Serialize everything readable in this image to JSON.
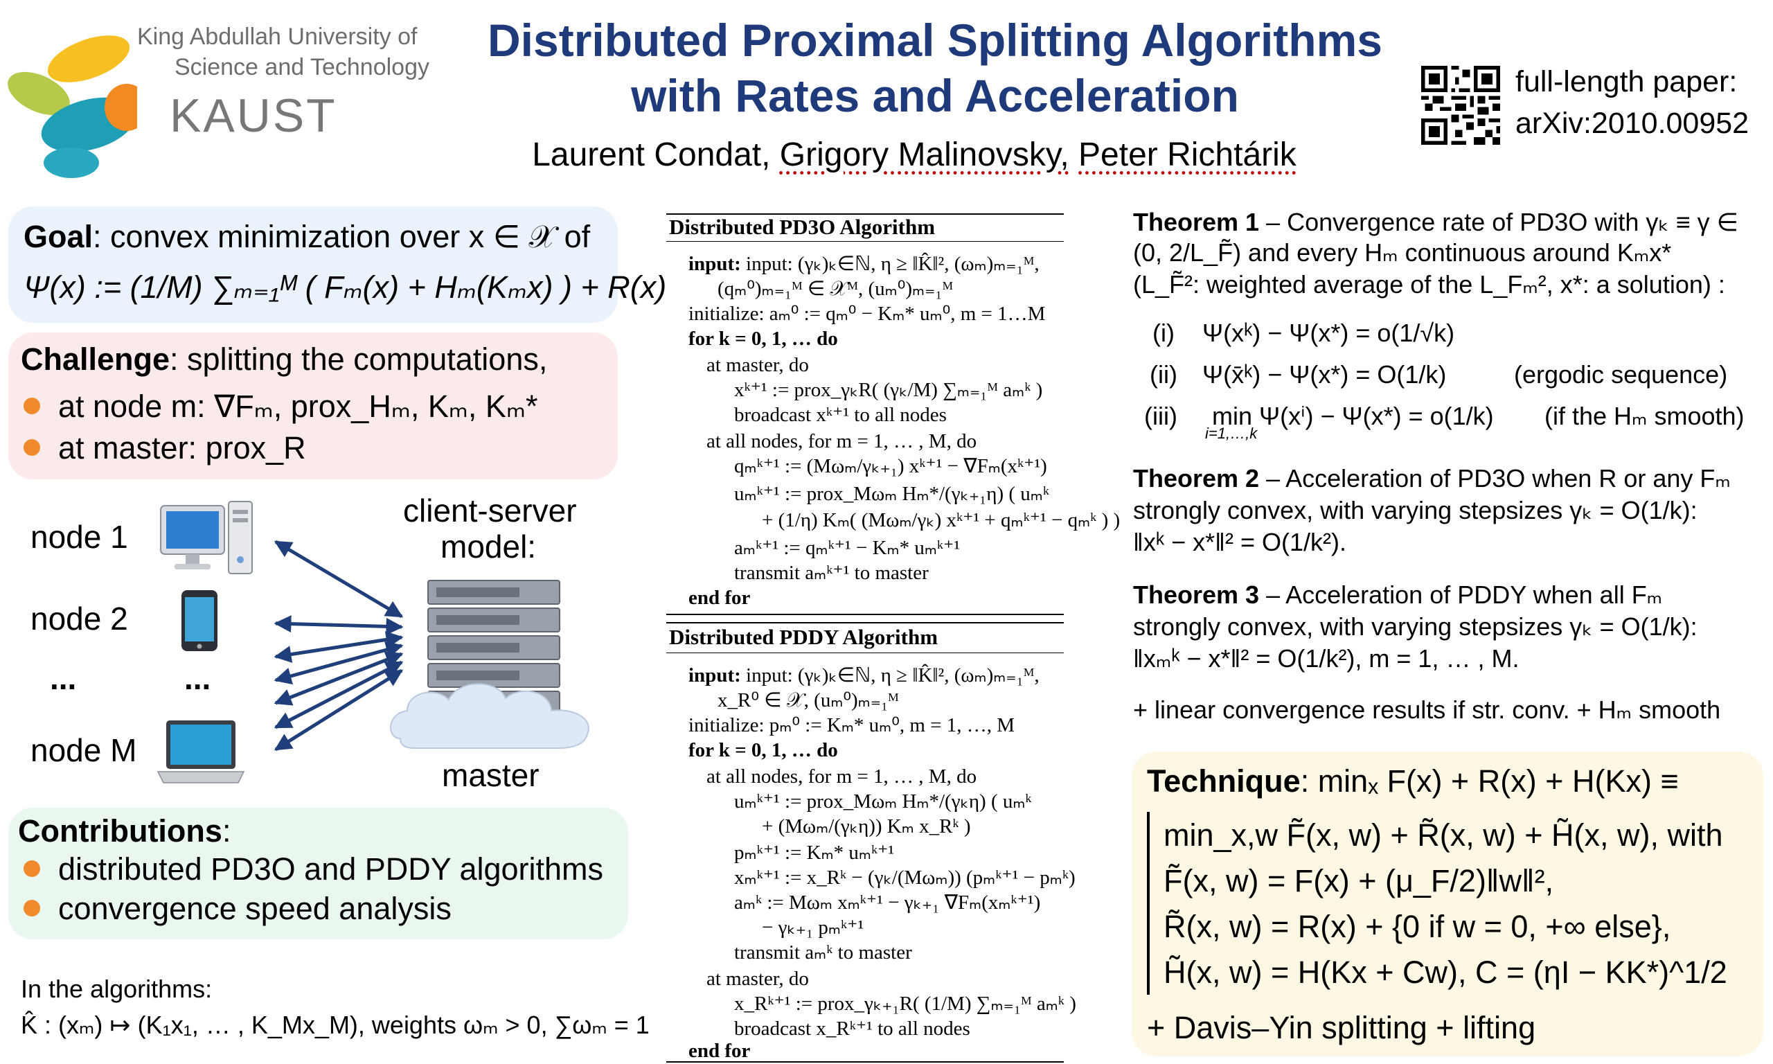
{
  "header": {
    "org_line1": "King Abdullah University of",
    "org_line2": "Science and Technology",
    "org_short": "KAUST",
    "title_line1": "Distributed Proximal Splitting Algorithms",
    "title_line2": "with Rates and Acceleration",
    "author1": "Laurent Condat,",
    "author2": "Grigory Malinovsky,",
    "author3": "Peter Richtárik",
    "paper_line1": "full-length paper:",
    "paper_line2": "arXiv:2010.00952"
  },
  "goal": {
    "label": "Goal",
    "line1": ": convex minimization over x ∈ 𝒳 of",
    "line2": "Ψ(x) := (1/M) ∑ₘ₌₁ᴹ ( Fₘ(x) + Hₘ(Kₘx) ) + R(x)"
  },
  "challenge": {
    "label": "Challenge",
    "line1": ": splitting the computations,",
    "item1": "at node m: ∇Fₘ, prox_Hₘ, Kₘ, Kₘ*",
    "item2": "at master: prox_R"
  },
  "diagram": {
    "node1": "node 1",
    "node2": "node 2",
    "dots_left": "...",
    "dots_mid": "...",
    "nodeM": "node M",
    "model_line1": "client-server",
    "model_line2": "model:",
    "master": "master"
  },
  "contributions": {
    "label": "Contributions",
    "colon": ":",
    "item1": "distributed PD3O and PDDY algorithms",
    "item2": "convergence speed analysis"
  },
  "notes": {
    "line1": "In the algorithms:",
    "line2": "K̂ : (xₘ) ↦ (K₁x₁, … , K_Mx_M), weights ωₘ > 0, ∑ωₘ = 1"
  },
  "pd3o": {
    "title": "Distributed PD3O Algorithm",
    "lines": [
      "input: (γₖ)ₖ∈ℕ, η ≥ ‖K̂‖², (ωₘ)ₘ₌₁ᴹ,",
      "(qₘ⁰)ₘ₌₁ᴹ ∈ 𝒳ᴹ, (uₘ⁰)ₘ₌₁ᴹ",
      "initialize: aₘ⁰ := qₘ⁰ − Kₘ* uₘ⁰, m = 1…M",
      "for k = 0, 1, … do",
      "at master, do",
      "xᵏ⁺¹ := prox_γₖR( (γₖ/M) ∑ₘ₌₁ᴹ aₘᵏ )",
      "broadcast xᵏ⁺¹ to all nodes",
      "at all nodes, for m = 1, … , M, do",
      "qₘᵏ⁺¹ := (Mωₘ/γₖ₊₁) xᵏ⁺¹ − ∇Fₘ(xᵏ⁺¹)",
      "uₘᵏ⁺¹ := prox_Mωₘ Hₘ*/(γₖ₊₁η) ( uₘᵏ",
      "+ (1/η) Kₘ( (Mωₘ/γₖ) xᵏ⁺¹ + qₘᵏ⁺¹ − qₘᵏ ) )",
      "aₘᵏ⁺¹ := qₘᵏ⁺¹ − Kₘ* uₘᵏ⁺¹",
      "transmit aₘᵏ⁺¹ to master",
      "end for"
    ]
  },
  "pddy": {
    "title": "Distributed PDDY Algorithm",
    "lines": [
      "input: (γₖ)ₖ∈ℕ, η ≥ ‖K̂‖², (ωₘ)ₘ₌₁ᴹ,",
      "x_R⁰ ∈ 𝒳, (uₘ⁰)ₘ₌₁ᴹ",
      "initialize: pₘ⁰ := Kₘ* uₘ⁰, m = 1, …, M",
      "for k = 0, 1, … do",
      "at all nodes, for m = 1, … , M, do",
      "uₘᵏ⁺¹ := prox_Mωₘ Hₘ*/(γₖη) ( uₘᵏ",
      "+ (Mωₘ/(γₖη)) Kₘ x_Rᵏ )",
      "pₘᵏ⁺¹ := Kₘ* uₘᵏ⁺¹",
      "xₘᵏ⁺¹ := x_Rᵏ − (γₖ/(Mωₘ)) (pₘᵏ⁺¹ − pₘᵏ)",
      "aₘᵏ := Mωₘ xₘᵏ⁺¹ − γₖ₊₁ ∇Fₘ(xₘᵏ⁺¹)",
      "− γₖ₊₁ pₘᵏ⁺¹",
      "transmit aₘᵏ to master",
      "at master, do",
      "x_Rᵏ⁺¹ := prox_γₖ₊₁R( (1/M) ∑ₘ₌₁ᴹ aₘᵏ )",
      "broadcast x_Rᵏ⁺¹ to all nodes",
      "end for"
    ]
  },
  "theorems": {
    "t1_label": "Theorem 1",
    "t1_l1": " – Convergence rate of PD3O with γₖ ≡ γ ∈",
    "t1_l2": "(0, 2/L_F̃) and every Hₘ continuous around Kₘx*",
    "t1_l3": "(L_F̃²: weighted average of the L_Fₘ², x*: a solution) :",
    "t1_i": "(i)",
    "t1_i_eq": "Ψ(xᵏ) − Ψ(x*) = o(1/√k)",
    "t1_ii": "(ii)",
    "t1_ii_eq": "Ψ(x̄ᵏ) − Ψ(x*) = O(1/k)",
    "t1_ii_note": "(ergodic sequence)",
    "t1_iii": "(iii)",
    "t1_iii_eq": "min Ψ(xⁱ) − Ψ(x*) = o(1/k)",
    "t1_iii_sub": "i=1,…,k",
    "t1_iii_note": "(if the Hₘ smooth)",
    "t2_label": "Theorem 2",
    "t2_l1": " – Acceleration of PD3O when R or any Fₘ",
    "t2_l2": "strongly convex, with varying stepsizes γₖ = O(1/k):",
    "t2_l3": "‖xᵏ − x*‖² = O(1/k²).",
    "t3_label": "Theorem 3",
    "t3_l1": " – Acceleration of PDDY when all Fₘ",
    "t3_l2": "strongly convex, with varying stepsizes γₖ = O(1/k):",
    "t3_l3": "‖xₘᵏ − x*‖² = O(1/k²),   m = 1, … , M.",
    "linear": "+ linear convergence results if str. conv. + Hₘ smooth"
  },
  "technique": {
    "label": "Technique",
    "l1": ":  minₓ F(x) + R(x) + H(Kx)  ≡",
    "l2": "min_x,w F̃(x, w) + R̃(x, w) + H̃(x, w), with",
    "l3": "F̃(x, w) = F(x) + (μ_F/2)‖w‖²,",
    "l4": "R̃(x, w) = R(x) + {0 if w = 0, +∞ else},",
    "l5": "H̃(x, w) = H(Kx + Cw), C = (ηI − KK*)^1/2",
    "l6": "+ Davis–Yin splitting + lifting"
  }
}
